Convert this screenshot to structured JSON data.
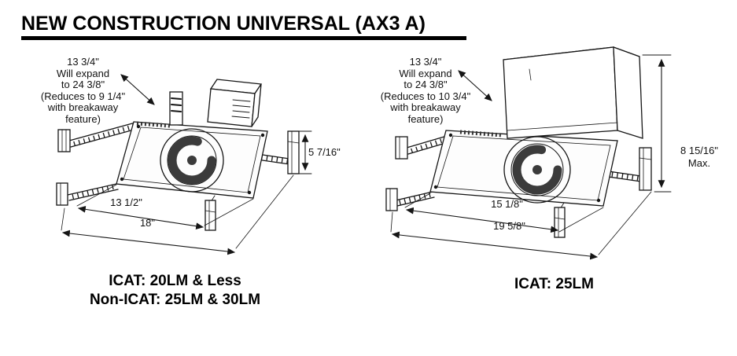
{
  "title": "NEW CONSTRUCTION UNIVERSAL (AX3 A)",
  "left_figure": {
    "note_lines": [
      "13 3/4\"",
      "Will expand",
      "to 24 3/8\"",
      "(Reduces to 9 1/4\"",
      "with breakaway",
      "feature)"
    ],
    "height_dim": "5 7/16\"",
    "inner_width_dim": "13 1/2\"",
    "outer_width_dim": "18\"",
    "caption_line1": "ICAT: 20LM & Less",
    "caption_line2": "Non-ICAT: 25LM & 30LM"
  },
  "right_figure": {
    "note_lines": [
      "13 3/4\"",
      "Will expand",
      "to 24 3/8\"",
      "(Reduces to 10 3/4\"",
      "with breakaway",
      "feature)"
    ],
    "height_dim": "8 15/16\"",
    "height_dim_note": "Max.",
    "inner_width_dim": "15 1/8\"",
    "outer_width_dim": "19 5/8\"",
    "caption_line1": "ICAT: 25LM"
  }
}
